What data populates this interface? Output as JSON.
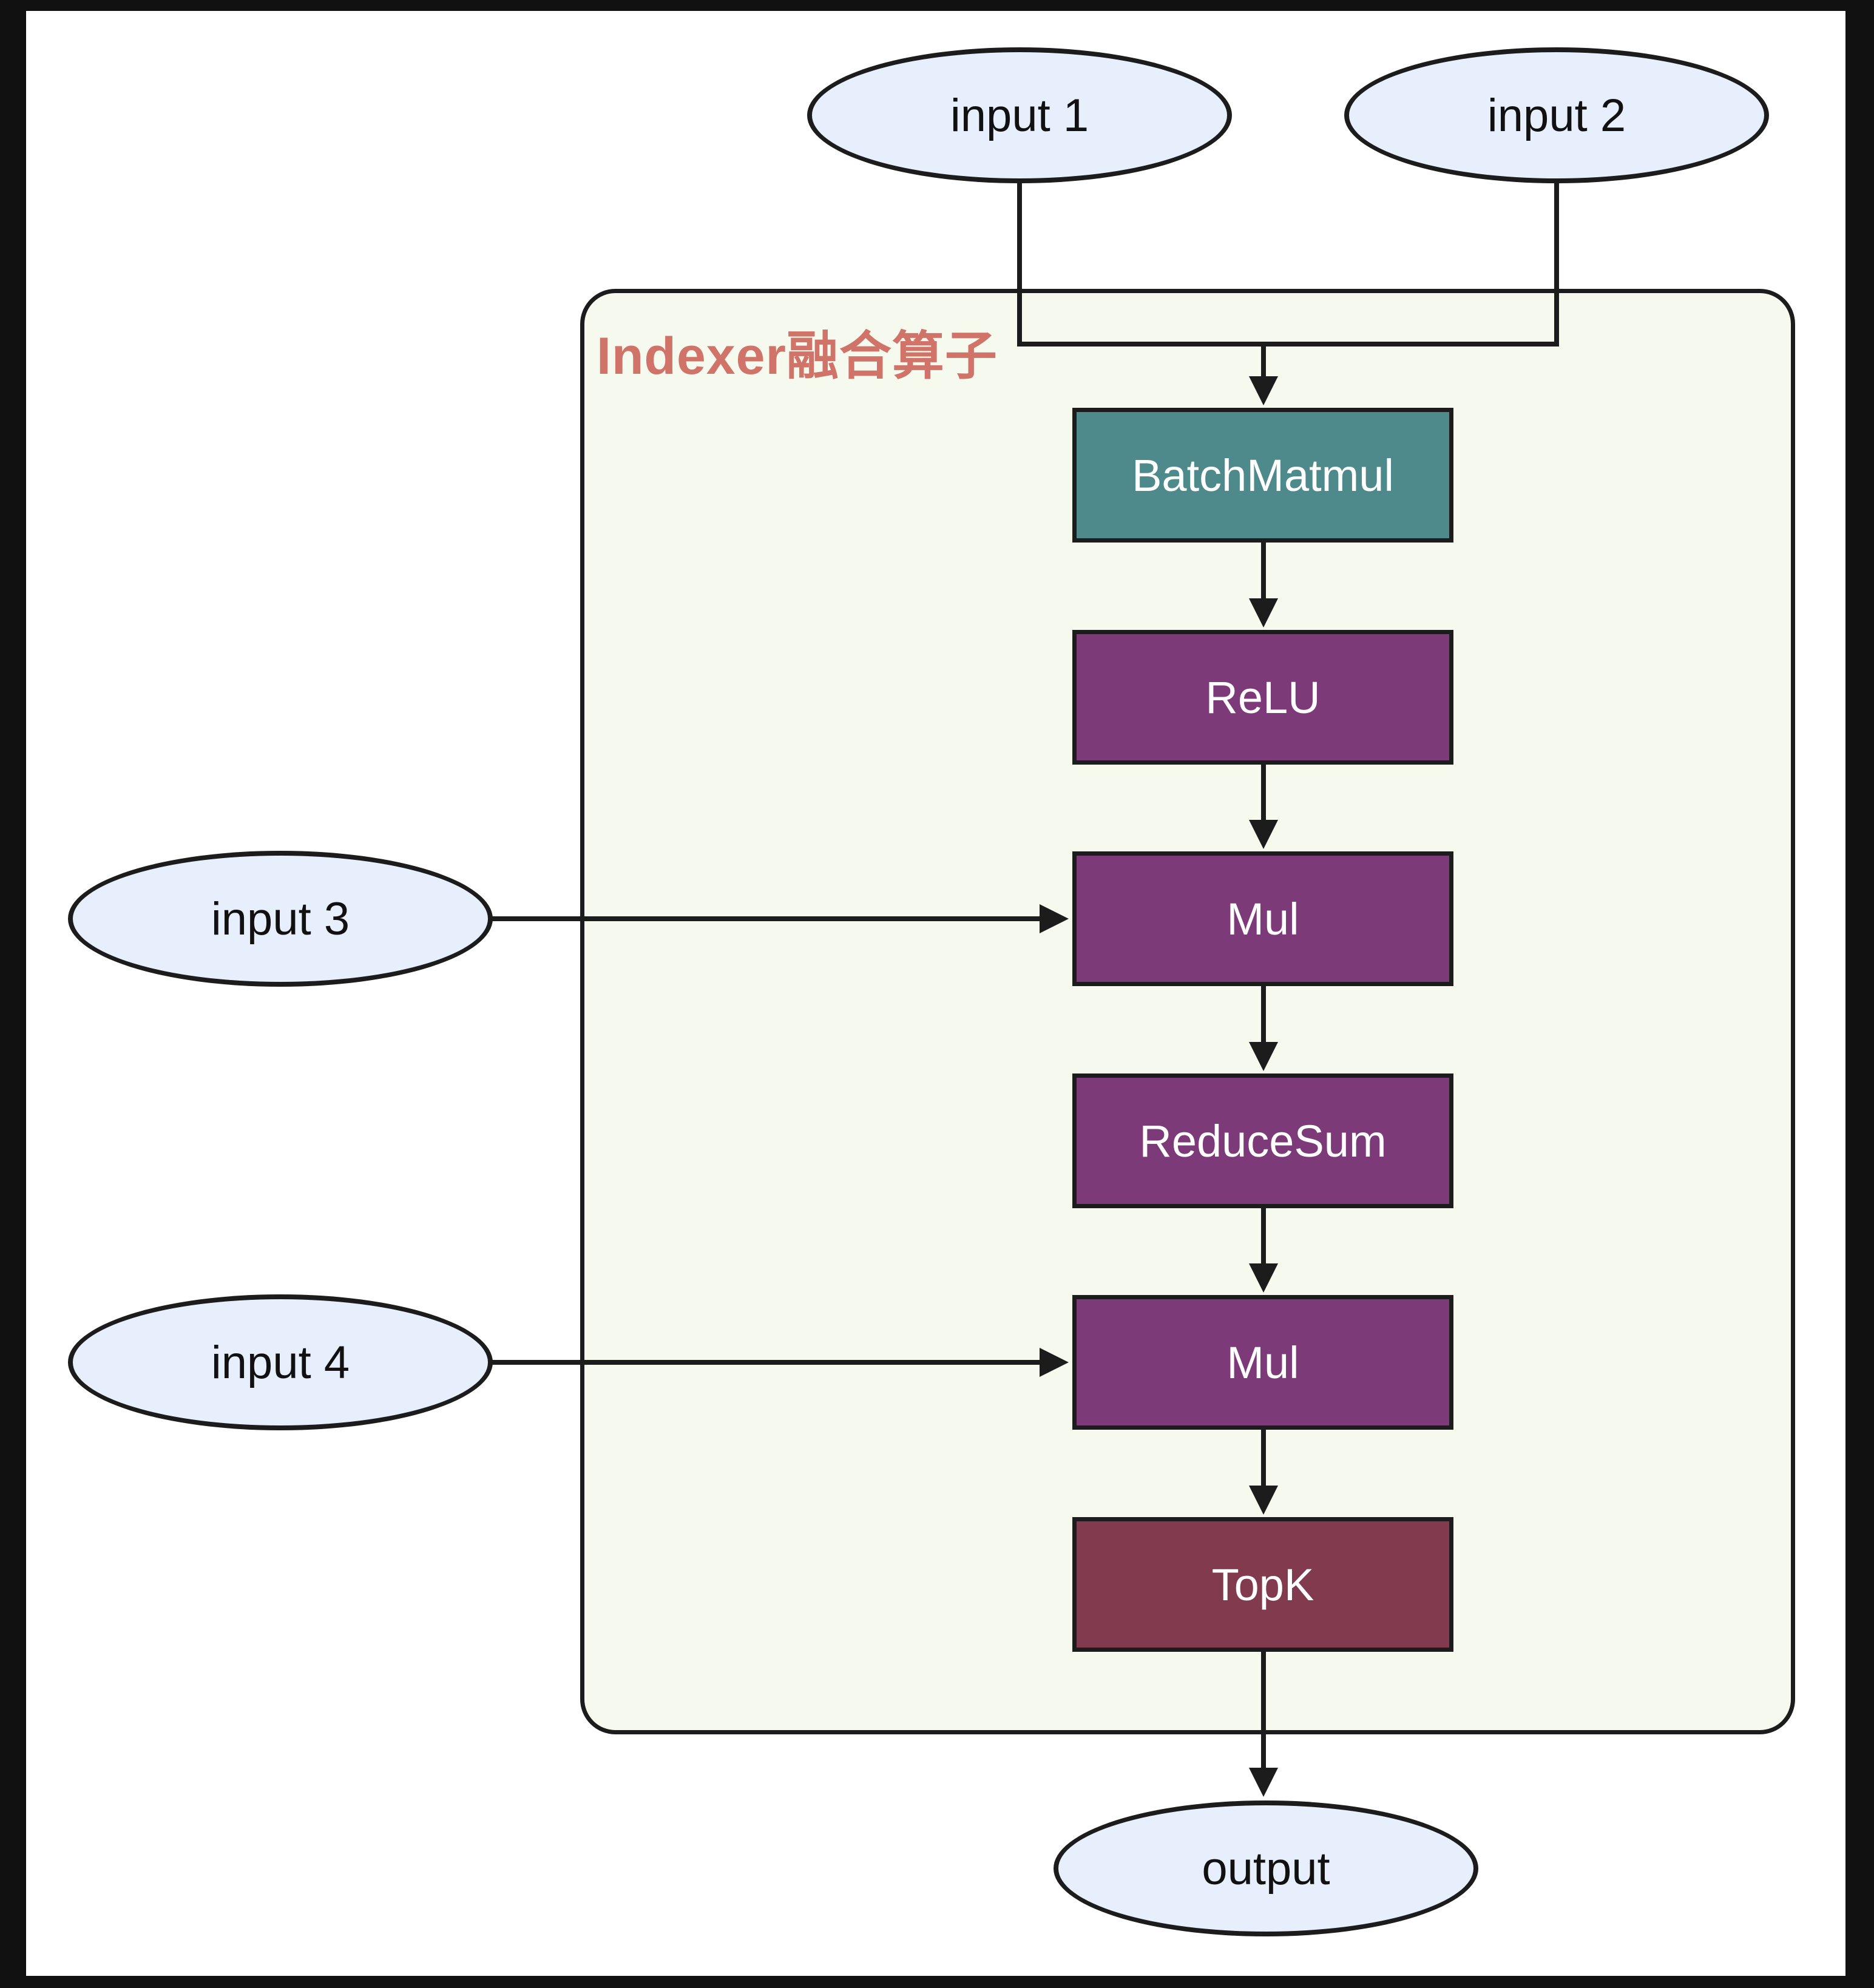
{
  "diagram": {
    "title": {
      "label": "Indexer融合算子",
      "color": "#D0746A"
    },
    "group": {
      "fill": "#F6FAEE",
      "border": "#1C1C1C"
    },
    "edge_color": "#1C1C1C",
    "io_style": {
      "fill": "#E8EFFC",
      "border": "#1C1C1C"
    },
    "io_nodes": [
      {
        "id": "input-1",
        "label": "input 1"
      },
      {
        "id": "input-2",
        "label": "input 2"
      },
      {
        "id": "input-3",
        "label": "input 3"
      },
      {
        "id": "input-4",
        "label": "input 4"
      },
      {
        "id": "output",
        "label": "output"
      }
    ],
    "op_nodes": [
      {
        "label": "BatchMatmul",
        "fill": "#4E8A8B"
      },
      {
        "label": "ReLU",
        "fill": "#7C3A78"
      },
      {
        "label": "Mul",
        "fill": "#7C3A78"
      },
      {
        "label": "ReduceSum",
        "fill": "#7C3A78"
      },
      {
        "label": "Mul",
        "fill": "#7C3A78"
      },
      {
        "label": "TopK",
        "fill": "#823A4F"
      }
    ]
  }
}
